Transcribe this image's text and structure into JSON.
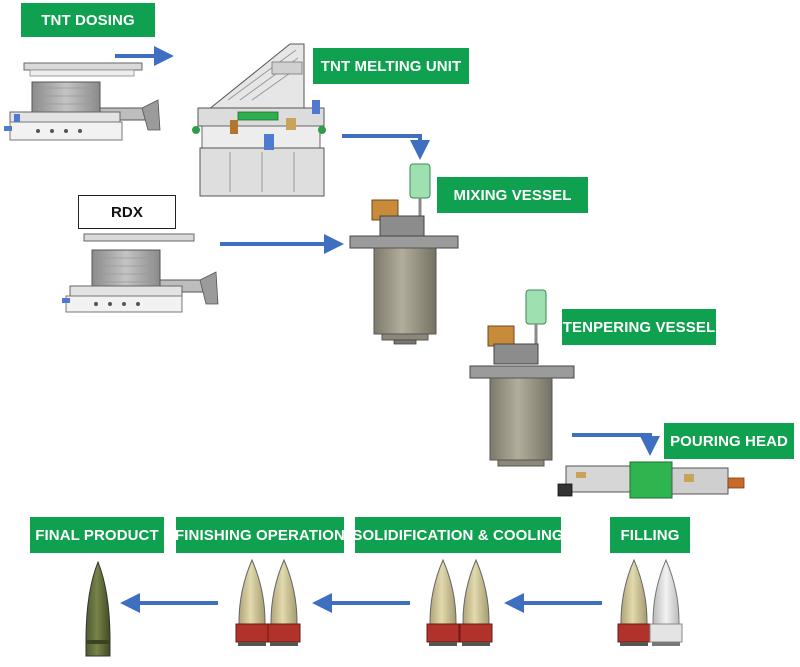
{
  "labels": {
    "tnt_dosing": "TNT DOSING",
    "tnt_melting_unit": "TNT MELTING UNIT",
    "mixing_vessel": "MIXING VESSEL",
    "rdx": "RDX",
    "tempering_vessel": "TENPERING VESSEL",
    "pouring_head": "POURING HEAD",
    "final_product": "FINAL PRODUCT",
    "finishing_operation": "FINISHING OPERATION",
    "solidification_cooling": "SOLIDIFICATION & COOLING",
    "filling": "FILLING"
  },
  "colors": {
    "label_green": "#0fa14f",
    "arrow_blue": "#3f6fc0",
    "vessel_body": "#a39e8e",
    "shell_olive": "#cdc395"
  }
}
